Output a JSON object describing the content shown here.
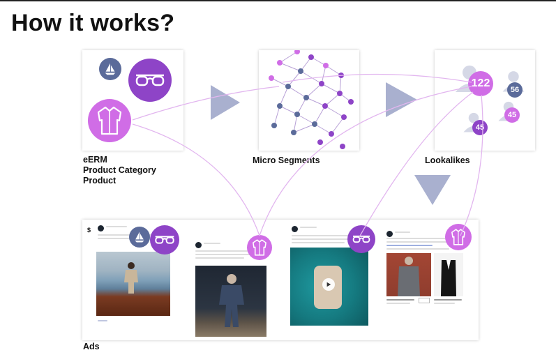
{
  "slide": {
    "title": "How it works?",
    "labels": {
      "erm": [
        "eERM",
        "Product Category",
        "Product"
      ],
      "micro": "Micro Segments",
      "lookalikes": "Lookalikes",
      "ads": "Ads",
      "currency": "$"
    },
    "lookalike_counts": [
      "122",
      "56",
      "45",
      "45"
    ],
    "icons": [
      "sailboat-icon",
      "glasses-icon",
      "shirt-icon",
      "person-icon",
      "play-icon"
    ],
    "colors": {
      "purple": "#8e44c7",
      "light_purple": "#d06de6",
      "slate": "#5b6b9a",
      "arrow": "#a9b0cf",
      "connector": "#e2b6ef"
    }
  }
}
